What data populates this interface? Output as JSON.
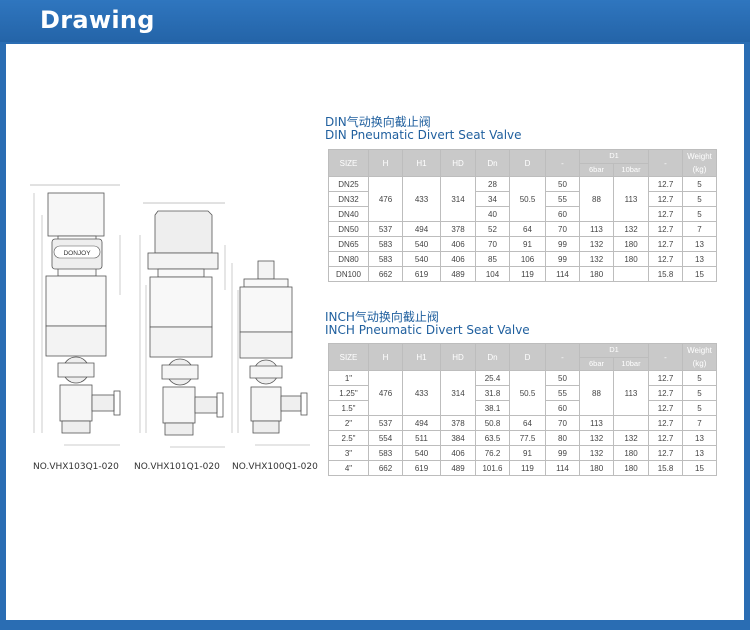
{
  "header": {
    "title": "Drawing"
  },
  "drawings": {
    "captions": [
      "NO.VHX103Q1-020",
      "NO.VHX101Q1-020",
      "NO.VHX100Q1-020"
    ],
    "logo_text": "DONJOY"
  },
  "tables": [
    {
      "title_cn": "DIN气动换向截止阀",
      "title_en": "DIN Pneumatic Divert Seat Valve",
      "headers": {
        "size": "SIZE",
        "h": "H",
        "h1": "H1",
        "hd": "HD",
        "dn": "Dn",
        "d": "D",
        "blank1": "-",
        "d1": "D1",
        "bar6": "6bar",
        "bar10": "10bar",
        "blank2": "-",
        "weight": "Weight (kg)"
      },
      "group": {
        "h": "476",
        "h1": "433",
        "hd": "314",
        "d": "50.5",
        "bar6": "88",
        "bar10": "113"
      },
      "rows": [
        {
          "size": "DN25",
          "dn": "28",
          "x": "50",
          "l": "12.7",
          "w": "5"
        },
        {
          "size": "DN32",
          "dn": "34",
          "x": "55",
          "l": "12.7",
          "w": "5"
        },
        {
          "size": "DN40",
          "dn": "40",
          "x": "60",
          "l": "12.7",
          "w": "5"
        },
        {
          "size": "DN50",
          "h": "537",
          "h1": "494",
          "hd": "378",
          "dn": "52",
          "d": "64",
          "x": "70",
          "bar6": "113",
          "bar10": "132",
          "l": "12.7",
          "w": "7"
        },
        {
          "size": "DN65",
          "h": "583",
          "h1": "540",
          "hd": "406",
          "dn": "70",
          "d": "91",
          "x": "99",
          "bar6": "132",
          "bar10": "180",
          "l": "12.7",
          "w": "13"
        },
        {
          "size": "DN80",
          "h": "583",
          "h1": "540",
          "hd": "406",
          "dn": "85",
          "d": "106",
          "x": "99",
          "bar6": "132",
          "bar10": "180",
          "l": "12.7",
          "w": "13"
        },
        {
          "size": "DN100",
          "h": "662",
          "h1": "619",
          "hd": "489",
          "dn": "104",
          "d": "119",
          "x": "114",
          "bar6": "180",
          "bar10": "",
          "l": "15.8",
          "w": "15"
        }
      ]
    },
    {
      "title_cn": "INCH气动换向截止阀",
      "title_en": "INCH Pneumatic Divert Seat Valve",
      "headers": {
        "size": "SIZE",
        "h": "H",
        "h1": "H1",
        "hd": "HD",
        "dn": "Dn",
        "d": "D",
        "blank1": "-",
        "d1": "D1",
        "bar6": "6bar",
        "bar10": "10bar",
        "blank2": "-",
        "weight": "Weight (kg)"
      },
      "group": {
        "h": "476",
        "h1": "433",
        "hd": "314",
        "d": "50.5",
        "bar6": "88",
        "bar10": "113"
      },
      "rows": [
        {
          "size": "1\"",
          "dn": "25.4",
          "x": "50",
          "l": "12.7",
          "w": "5"
        },
        {
          "size": "1.25\"",
          "dn": "31.8",
          "x": "55",
          "l": "12.7",
          "w": "5"
        },
        {
          "size": "1.5\"",
          "dn": "38.1",
          "x": "60",
          "l": "12.7",
          "w": "5"
        },
        {
          "size": "2\"",
          "h": "537",
          "h1": "494",
          "hd": "378",
          "dn": "50.8",
          "d": "64",
          "x": "70",
          "bar6": "113",
          "bar10": "",
          "l": "12.7",
          "w": "7"
        },
        {
          "size": "2.5\"",
          "h": "554",
          "h1": "511",
          "hd": "384",
          "dn": "63.5",
          "d": "77.5",
          "x": "80",
          "bar6": "132",
          "bar10": "132",
          "l": "12.7",
          "w": "13"
        },
        {
          "size": "3\"",
          "h": "583",
          "h1": "540",
          "hd": "406",
          "dn": "76.2",
          "d": "91",
          "x": "99",
          "bar6": "132",
          "bar10": "180",
          "l": "12.7",
          "w": "13"
        },
        {
          "size": "4\"",
          "h": "662",
          "h1": "619",
          "hd": "489",
          "dn": "101.6",
          "d": "119",
          "x": "114",
          "bar6": "180",
          "bar10": "180",
          "l": "15.8",
          "w": "15"
        }
      ]
    }
  ]
}
